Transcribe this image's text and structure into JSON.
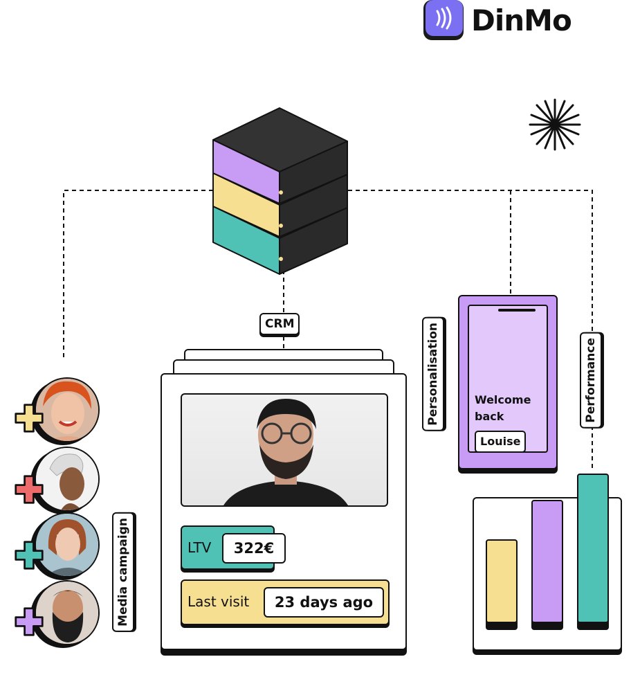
{
  "brand": {
    "name": "DinMo",
    "logo_color": "#7b6ff2"
  },
  "crm": {
    "label": "CRM",
    "ltv_label": "LTV",
    "ltv_value": "322€",
    "last_visit_label": "Last visit",
    "last_visit_value": "23 days ago"
  },
  "personalisation": {
    "label": "Personalisation",
    "greeting_line1": "Welcome",
    "greeting_line2": "back",
    "name": "Louise"
  },
  "performance": {
    "label": "Performance",
    "bars": [
      {
        "level": 0.55,
        "color": "#f7df92"
      },
      {
        "level": 0.82,
        "color": "#c89cf5"
      },
      {
        "level": 1.0,
        "color": "#4fc1b5"
      }
    ]
  },
  "media": {
    "label": "Media campaign",
    "audience": [
      {
        "plus_color": "#f7df92",
        "icon": "plus-icon"
      },
      {
        "plus_color": "#ee6b6b",
        "icon": "plus-icon"
      },
      {
        "plus_color": "#4fc1b5",
        "icon": "plus-icon"
      },
      {
        "plus_color": "#c89cf5",
        "icon": "plus-icon"
      }
    ]
  },
  "colors": {
    "purple": "#c89cf5",
    "yellow": "#f7df92",
    "teal": "#4fc1b5",
    "ink": "#111111"
  }
}
